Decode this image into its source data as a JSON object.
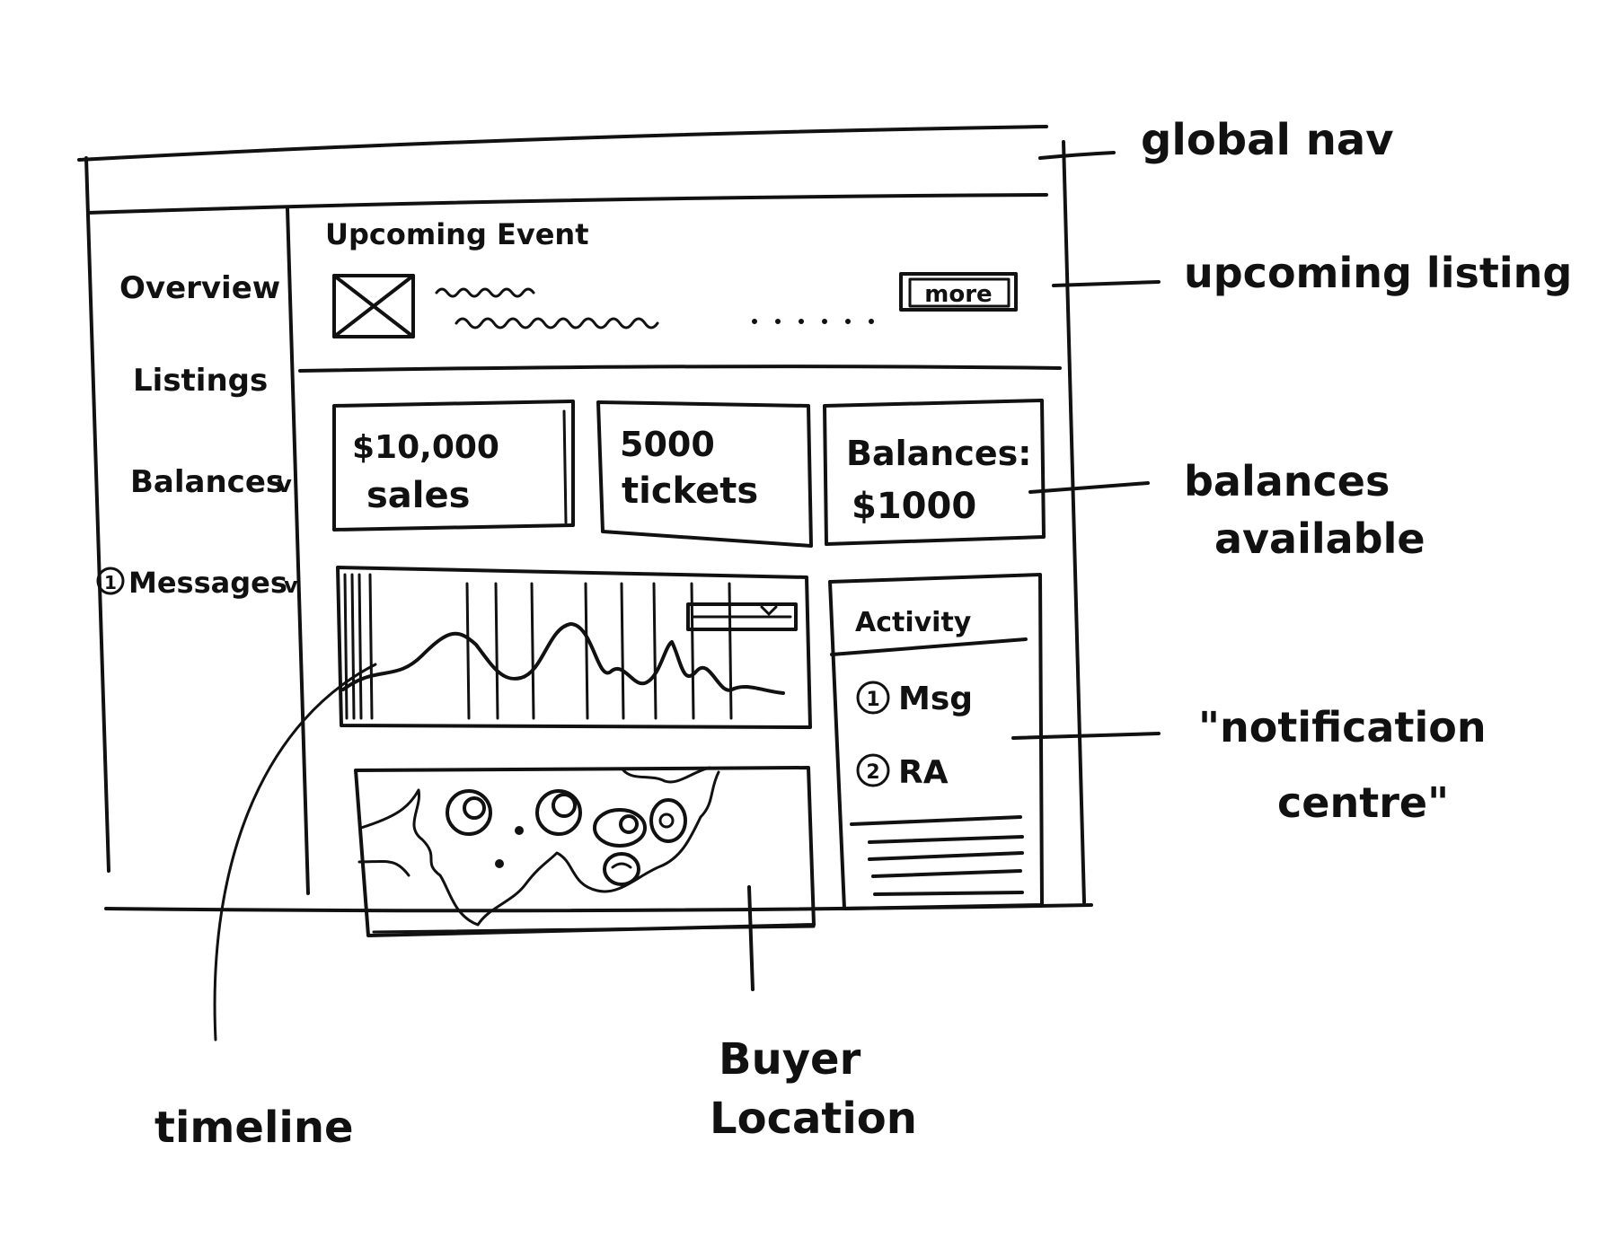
{
  "ink_color": "#111111",
  "background": "#ffffff",
  "sidebar": {
    "items": [
      {
        "label": "Overview"
      },
      {
        "label": "Listings"
      },
      {
        "label": "Balances",
        "suffix": "v"
      },
      {
        "label": "Messages",
        "suffix": "v",
        "badge": "1"
      }
    ]
  },
  "upcoming": {
    "heading": "Upcoming Event",
    "button_label": "more",
    "image_icon": "image-placeholder-icon"
  },
  "stats": [
    {
      "value": "$10,000",
      "label": "sales"
    },
    {
      "value": "5000",
      "label": "tickets"
    },
    {
      "value": "Balances:",
      "label": "$1000"
    }
  ],
  "activity": {
    "title": "Activity",
    "items": [
      {
        "badge": "1",
        "label": "Msg"
      },
      {
        "badge": "2",
        "label": "RA"
      }
    ]
  },
  "annotations": {
    "global_nav": "global nav",
    "upcoming_listing": "upcoming listing",
    "balances_available_1": "balances",
    "balances_available_2": "available",
    "notification_1": "\"notification",
    "notification_2": "centre\"",
    "timeline": "timeline",
    "buyer_1": "Buyer",
    "buyer_2": "Location"
  }
}
